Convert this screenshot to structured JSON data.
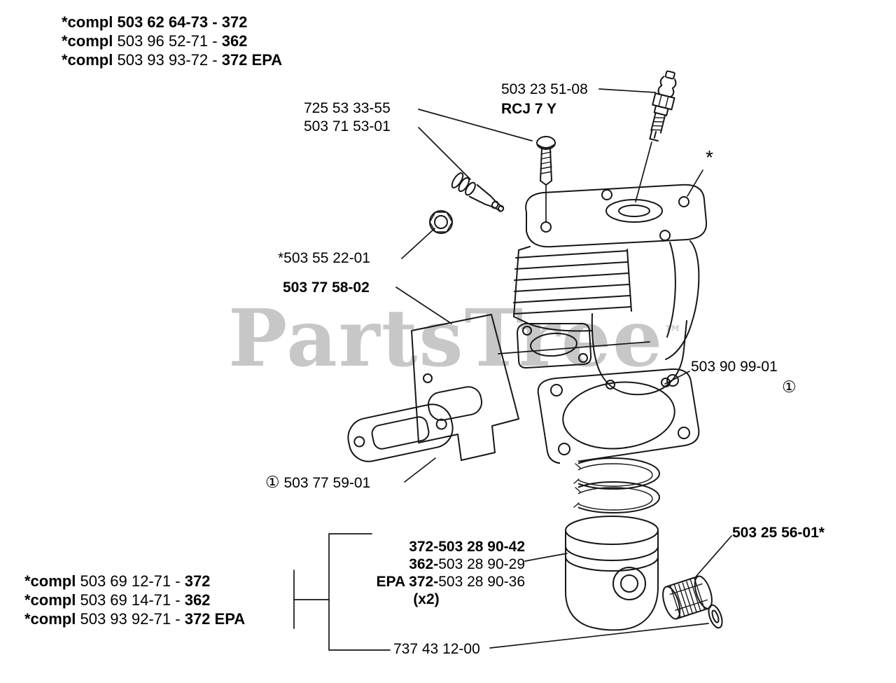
{
  "watermark": {
    "text": "PartsTree",
    "tm": "™"
  },
  "top_assembly_block": {
    "line1": {
      "prefix": "*compl",
      "mid": " 503 62 64-73 - ",
      "model": "372"
    },
    "line2": {
      "prefix": "*compl",
      "mid": " 503 96 52-71 - ",
      "model": "362"
    },
    "line3": {
      "prefix": "*compl",
      "mid": " 503 93 93-72 - ",
      "model": "372 EPA"
    }
  },
  "bottom_assembly_block": {
    "line1": {
      "prefix": "*compl",
      "mid": " 503 69 12-71 - ",
      "model": "372"
    },
    "line2": {
      "prefix": "*compl",
      "mid": " 503 69 14-71 - ",
      "model": "362"
    },
    "line3": {
      "prefix": "*compl",
      "mid": " 503 93 92-71 - ",
      "model": "372 EPA"
    }
  },
  "labels": {
    "screw": "725 53 33-55",
    "impulse_fitting": "503 71 53-01",
    "spark_plug": "503 23 51-08",
    "spark_plug_type": "RCJ 7 Y",
    "asterisk": "*",
    "decompression_plug": "*503 55 22-01",
    "heat_shield": "503 77 58-02",
    "cylinder_gasket": "503 90 99-01",
    "cylinder_gasket_ref": "①",
    "muffler_gasket_ref": "①",
    "muffler_gasket": " 503 77 59-01",
    "bearing": "503 25 56-01*",
    "retainer": "737 43 12-00"
  },
  "piston_block": {
    "line1": {
      "model": "372-",
      "number": "503 28 90-42"
    },
    "line2": {
      "model": "362-",
      "number": "503 28 90-29"
    },
    "line3": {
      "model": "EPA 372-",
      "number": "503 28 90-36"
    },
    "qty": "(x2)"
  }
}
